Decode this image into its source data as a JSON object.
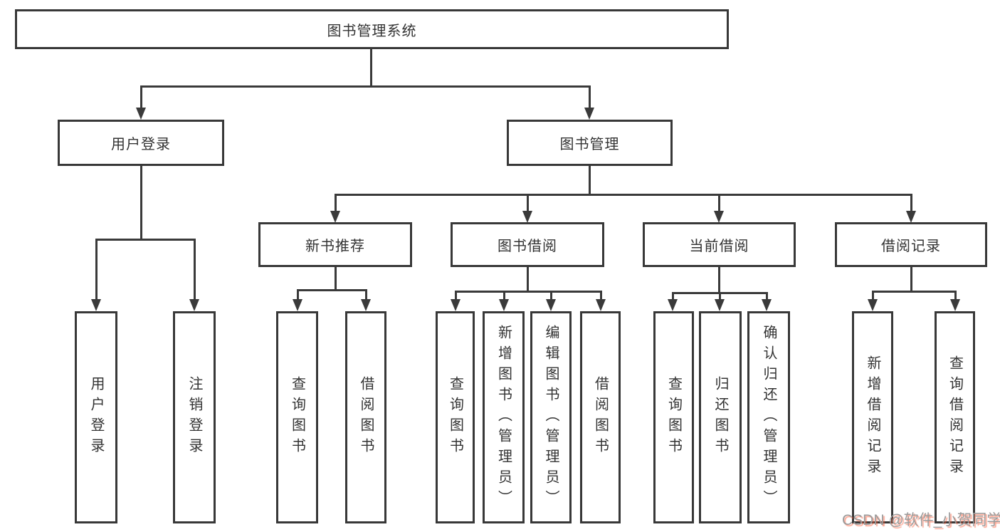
{
  "diagram": {
    "type": "tree",
    "root": "图书管理系统",
    "children": [
      {
        "label": "用户登录",
        "children": [
          "用户登录",
          "注销登录"
        ]
      },
      {
        "label": "图书管理",
        "children": [
          {
            "label": "新书推荐",
            "children": [
              "查询图书",
              "借阅图书"
            ]
          },
          {
            "label": "图书借阅",
            "children": [
              "查询图书",
              "新增图书（管理员）",
              "编辑图书（管理员）",
              "借阅图书"
            ]
          },
          {
            "label": "当前借阅",
            "children": [
              "查询图书",
              "归还图书",
              "确认归还（管理员）"
            ]
          },
          {
            "label": "借阅记录",
            "children": [
              "新增借阅记录",
              "查询借阅记录"
            ]
          }
        ]
      }
    ]
  },
  "watermark": "CSDN @软件_小贺同学",
  "colors": {
    "line": "#3a3a3a",
    "box_border": "#383838",
    "text": "#333333",
    "background": "#ffffff",
    "watermark_text": "#9b9b9b",
    "watermark_shadow": "#fc5531"
  }
}
